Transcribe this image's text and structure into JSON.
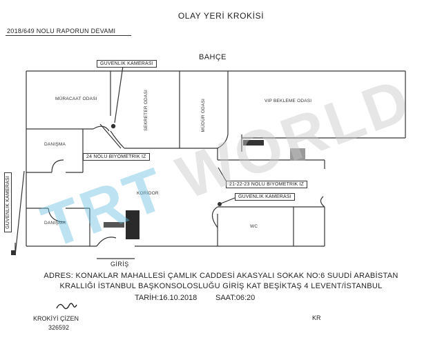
{
  "header": {
    "title": "OLAY YERİ KROKİSİ",
    "report_ref": "2018/649 NOLU RAPORUN DEVAMI"
  },
  "garden_label": "BAHÇE",
  "rooms": {
    "application": "MÜRACAAT ODASI",
    "secretary": "SEKRETER ODASI",
    "director": "MÜDÜR ODASI",
    "vip": "VIP BEKLEME ODASI",
    "consult_top": "DANIŞMA",
    "consult_bottom": "DANIŞMA",
    "corridor": "KORİDOR",
    "wc": "WC"
  },
  "callouts": {
    "camera_top": "GÜVENLİK KAMERASI",
    "biometric_24": "24 NOLU BİYOMETRİK İZ",
    "biometric_21_23": "21-22-23 NOLU BİYOMETRİK İZ",
    "camera_right": "GÜVENLİK KAMERASI",
    "camera_left": "GÜVENLİK KAMERASI"
  },
  "entrance_label": "GİRİŞ",
  "address": {
    "line1": "ADRES: KONAKLAR MAHALLESİ ÇAMLIK CADDESİ AKASYALI SOKAK NO:6 SUUDİ ARABİSTAN",
    "line2": "KRALLIĞI İSTANBUL BAŞKONSOLOSLUĞU GİRİŞ KAT BEŞİKTAŞ 4 LEVENT/İSTANBUL"
  },
  "datetime": {
    "date": "TARİH:16.10.2018",
    "time": "SAAT:06:20"
  },
  "signature": {
    "label": "KROKİYİ ÇİZEN",
    "number": "326592",
    "initials": "KR"
  },
  "watermark": {
    "trt": "TRT",
    "world": "WORLD",
    "trt_color": "#6ec1e4",
    "world_color": "#c8c8c8"
  }
}
